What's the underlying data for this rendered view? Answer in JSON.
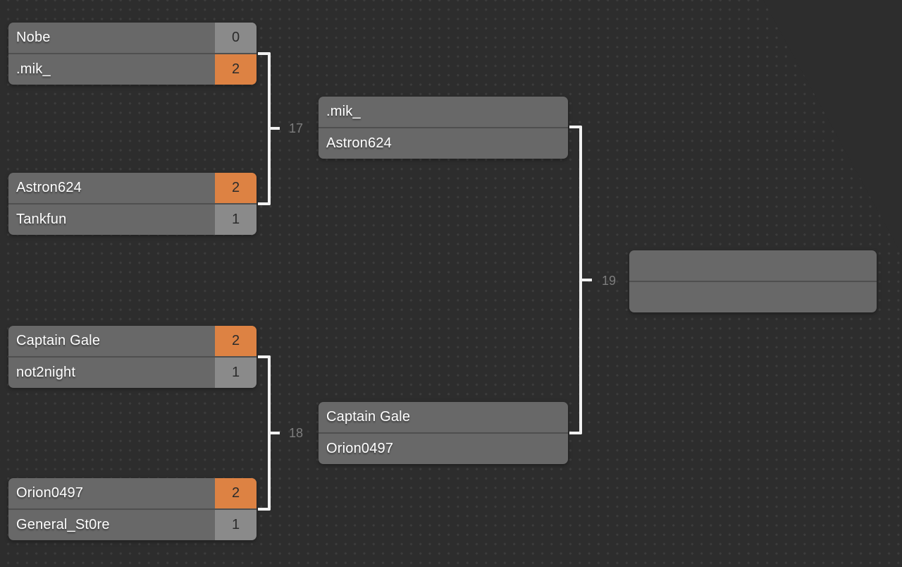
{
  "colors": {
    "background": "#2d2d2d",
    "background_dot": "#3c3c3c",
    "row_bg": "#686868",
    "divider": "#4f4f4f",
    "name_text": "#ffffff",
    "score_text": "#2b2b2b",
    "score_win_bg": "#dd8243",
    "score_loss_bg": "#8a8a8a",
    "connector": "#f1f1f1",
    "match_label": "#7d7d7d"
  },
  "matches": [
    {
      "round": 1,
      "slots": [
        {
          "name": "Nobe",
          "score": "0",
          "winner": false
        },
        {
          "name": ".mik_",
          "score": "2",
          "winner": true
        }
      ]
    },
    {
      "round": 1,
      "slots": [
        {
          "name": "Astron624",
          "score": "2",
          "winner": true
        },
        {
          "name": "Tankfun",
          "score": "1",
          "winner": false
        }
      ]
    },
    {
      "round": 1,
      "slots": [
        {
          "name": "Captain Gale",
          "score": "2",
          "winner": true
        },
        {
          "name": "not2night",
          "score": "1",
          "winner": false
        }
      ]
    },
    {
      "round": 1,
      "slots": [
        {
          "name": "Orion0497",
          "score": "2",
          "winner": true
        },
        {
          "name": "General_St0re",
          "score": "1",
          "winner": false
        }
      ]
    },
    {
      "round": 2,
      "slots": [
        {
          "name": ".mik_"
        },
        {
          "name": "Astron624"
        }
      ]
    },
    {
      "round": 2,
      "slots": [
        {
          "name": "Captain Gale"
        },
        {
          "name": "Orion0497"
        }
      ]
    },
    {
      "round": 3,
      "slots": [
        {
          "name": ""
        },
        {
          "name": ""
        }
      ]
    }
  ],
  "connectors": [
    {
      "match_number": "17"
    },
    {
      "match_number": "18"
    },
    {
      "match_number": "19"
    }
  ]
}
